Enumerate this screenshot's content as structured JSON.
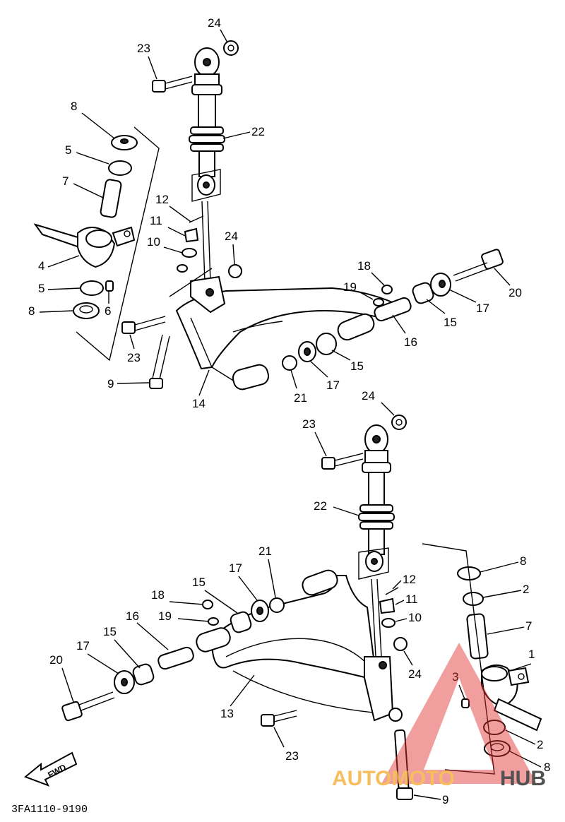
{
  "diagram_code": "3FA1110-9190",
  "fwd_label": "FWD",
  "watermark": {
    "left": "AUTOMOTO",
    "right": "HUB",
    "left_color": "#f5b342",
    "right_color": "#333333",
    "logo_color": "#e03030"
  },
  "top_callouts": {
    "n24": "24",
    "n23": "23",
    "n22": "22",
    "n8a": "8",
    "n5a": "5",
    "n7": "7",
    "n12": "12",
    "n11": "11",
    "n10": "10",
    "n24b": "24",
    "n4": "4",
    "n5b": "5",
    "n6": "6",
    "n8b": "8",
    "n23b": "23",
    "n9": "9",
    "n14": "14",
    "n21": "21",
    "n17a": "17",
    "n15a": "15",
    "n16": "16",
    "n15b": "15",
    "n17b": "17",
    "n18": "18",
    "n19": "19",
    "n20": "20"
  },
  "bottom_callouts": {
    "n24": "24",
    "n23": "23",
    "n22": "22",
    "n21": "21",
    "n17a": "17",
    "n15a": "15",
    "n18": "18",
    "n19": "19",
    "n16": "16",
    "n15b": "15",
    "n17b": "17",
    "n20": "20",
    "n13": "13",
    "n23b": "23",
    "n12": "12",
    "n11": "11",
    "n10": "10",
    "n24b": "24",
    "n8a": "8",
    "n2a": "2",
    "n7": "7",
    "n1": "1",
    "n3": "3",
    "n2b": "2",
    "n8b": "8",
    "n9": "9"
  }
}
